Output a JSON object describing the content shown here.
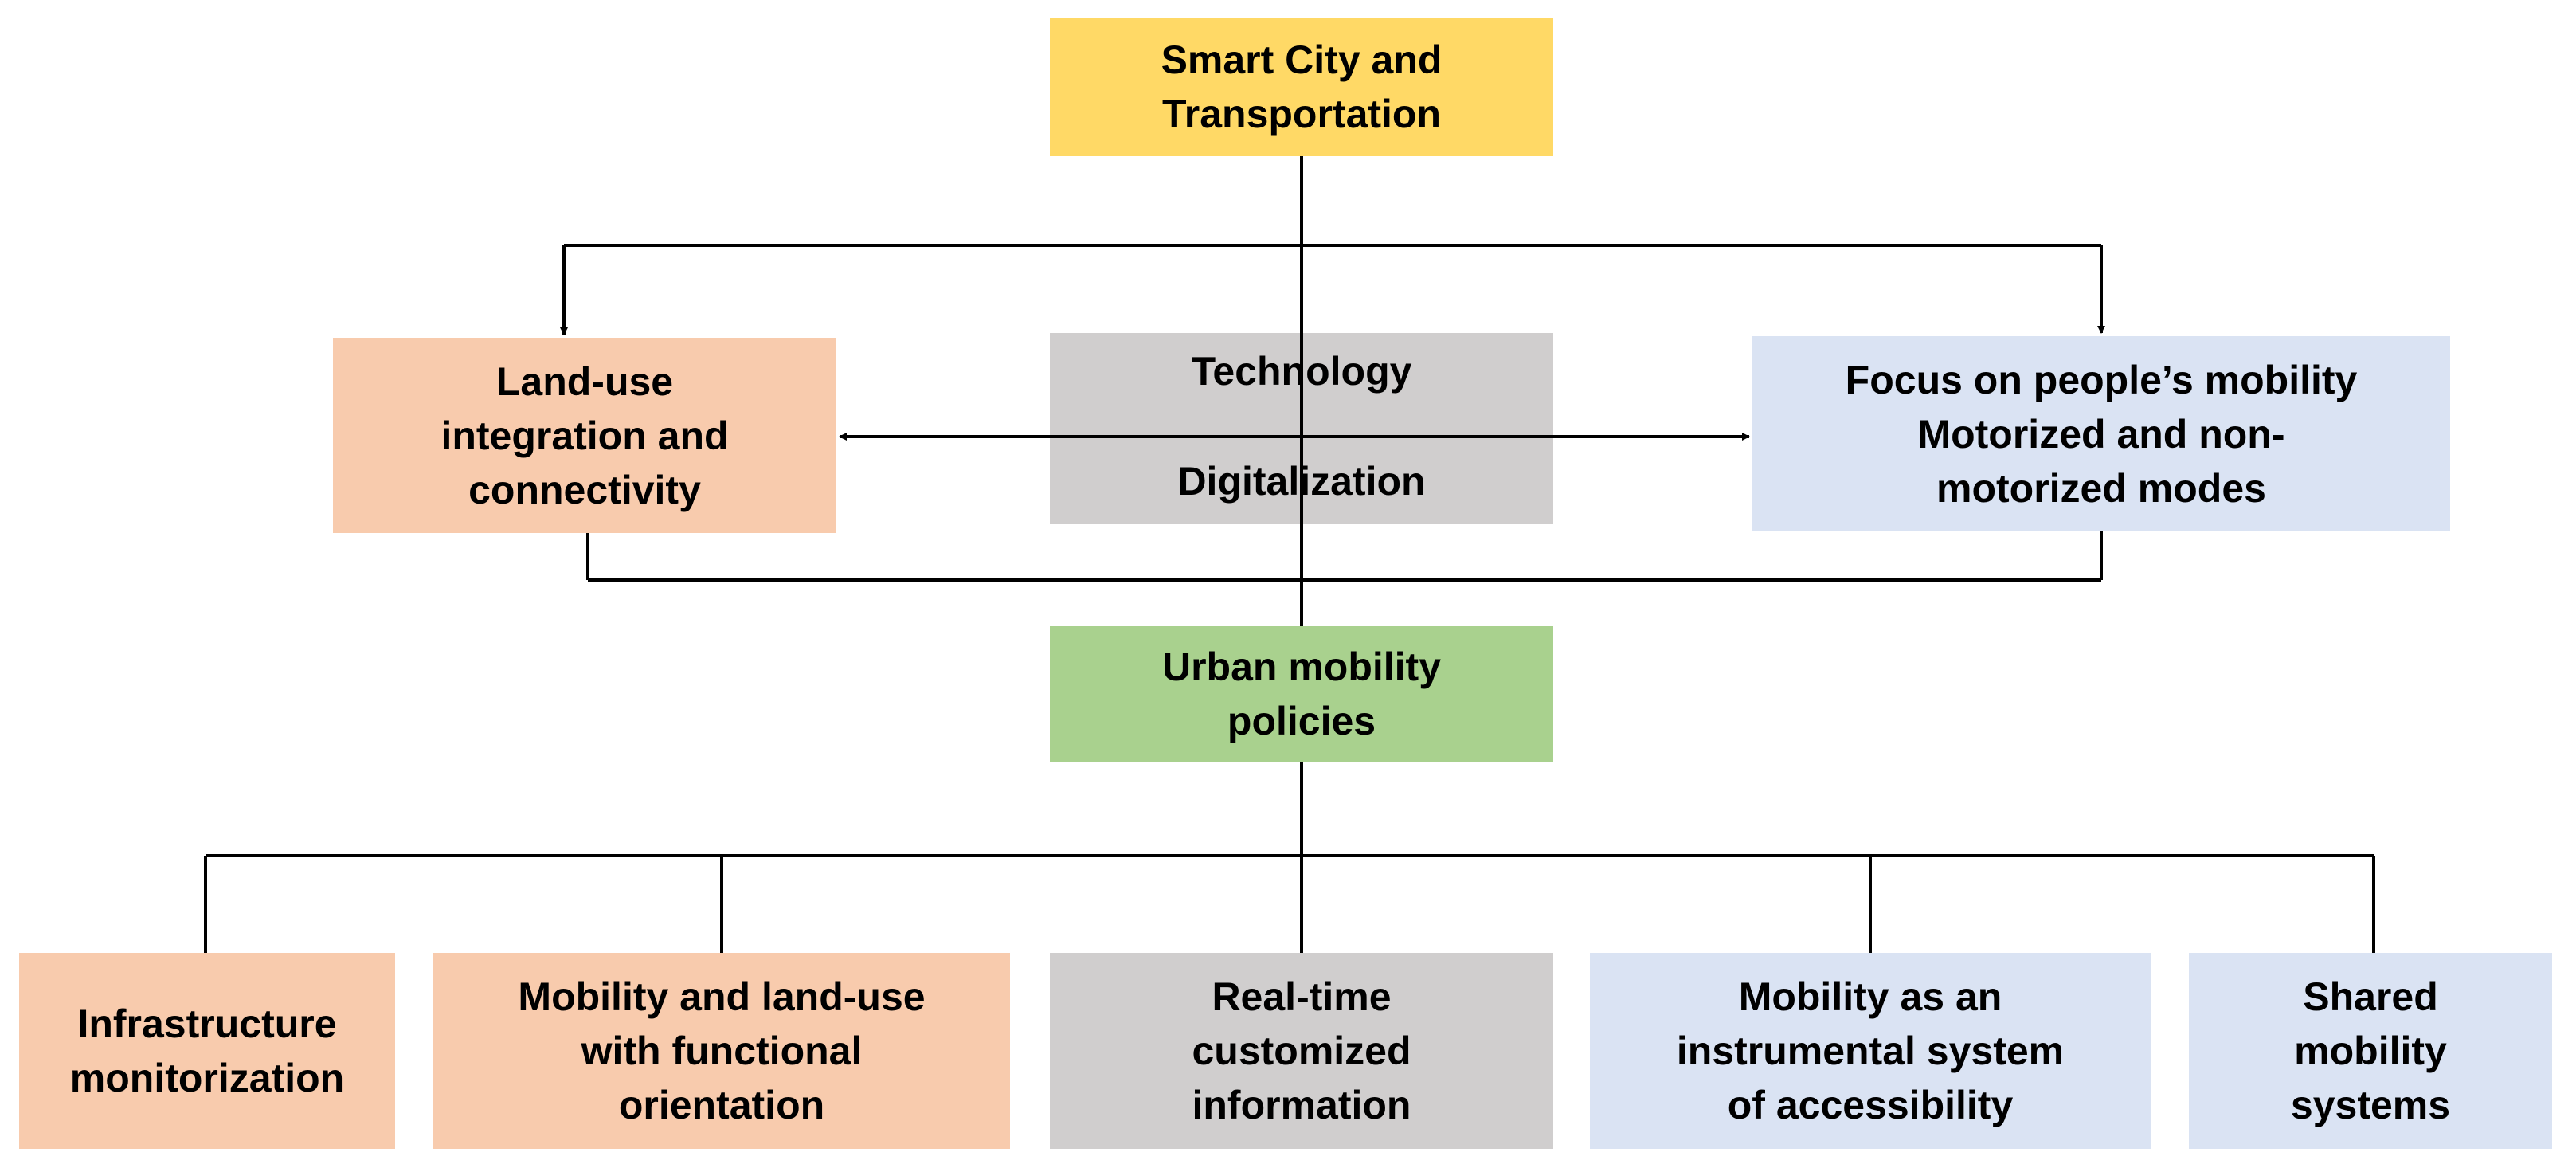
{
  "colors": {
    "root": "#ffd966",
    "peach": "#f8cbad",
    "gray": "#d0cece",
    "lightblue": "#dae3f3",
    "green": "#a9d18e",
    "line": "#000000"
  },
  "root": {
    "lines": [
      "Smart City and",
      "Transportation"
    ]
  },
  "middle": {
    "land_use": {
      "lines": [
        "Land-use",
        "integration and",
        "connectivity"
      ]
    },
    "technology": {
      "lines": [
        "Technology",
        "Digitalization"
      ]
    },
    "focus": {
      "lines": [
        "Focus on people’s mobility",
        "Motorized and non-",
        "motorized modes"
      ]
    }
  },
  "policies": {
    "lines": [
      "Urban mobility",
      "policies"
    ]
  },
  "leaves": [
    {
      "lines": [
        "Infrastructure",
        "monitorization"
      ]
    },
    {
      "lines": [
        "Mobility and land-use",
        "with functional",
        "orientation"
      ]
    },
    {
      "lines": [
        "Real-time",
        "customized",
        "information"
      ]
    },
    {
      "lines": [
        "Mobility as an",
        "instrumental system",
        "of accessibility"
      ]
    },
    {
      "lines": [
        "Shared",
        "mobility",
        "systems"
      ]
    }
  ]
}
